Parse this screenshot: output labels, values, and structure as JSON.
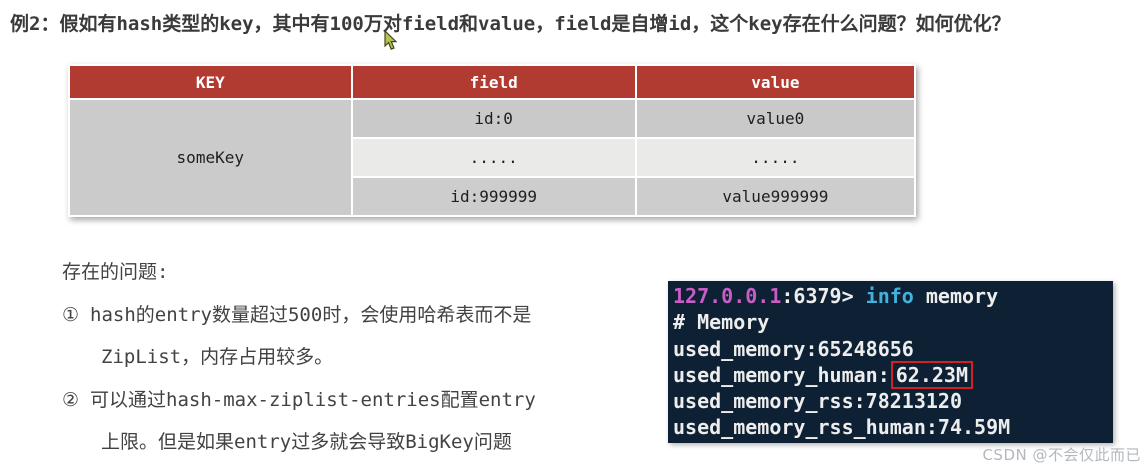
{
  "title": "例2：假如有hash类型的key，其中有100万对field和value，field是自增id，这个key存在什么问题？如何优化？",
  "table": {
    "header_bg": "#b13a31",
    "headers": {
      "key": "KEY",
      "field": "field",
      "value": "value"
    },
    "key_cell": "someKey",
    "rows": [
      {
        "field": "id:0",
        "value": "value0"
      },
      {
        "field": ".....",
        "value": "....."
      },
      {
        "field": "id:999999",
        "value": "value999999"
      }
    ]
  },
  "problems": {
    "heading": "存在的问题:",
    "items": [
      {
        "num": "①",
        "line1": "hash的entry数量超过500时，会使用哈希表而不是",
        "line2": "ZipList，内存占用较多。"
      },
      {
        "num": "②",
        "line1": "可以通过hash-max-ziplist-entries配置entry",
        "line2": "上限。但是如果entry过多就会导致BigKey问题"
      }
    ]
  },
  "terminal": {
    "bg": "#0e2134",
    "prompt_ip": "127.0.0.1",
    "prompt_rest": ":6379> ",
    "command": "info",
    "command_arg": " memory",
    "line2": "# Memory",
    "line3": "used_memory:65248656",
    "line4_label": "used_memory_human:",
    "line4_value": "62.23M",
    "highlight_color": "#d32021",
    "line5": "used_memory_rss:78213120",
    "line6": "used_memory_rss_human:74.59M"
  },
  "watermark": "CSDN @不会仅此而已"
}
